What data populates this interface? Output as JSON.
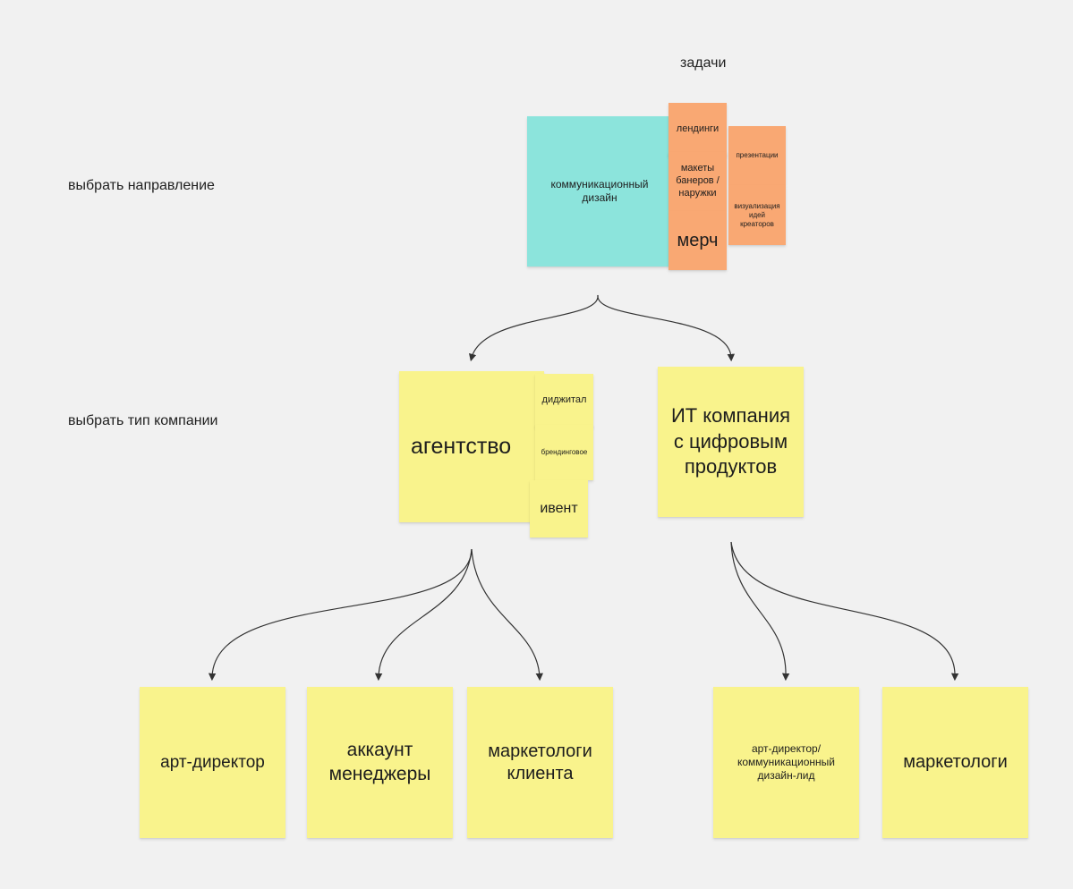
{
  "headings": {
    "tasks": "задачи",
    "choose_direction": "выбрать направление",
    "choose_company_type": "выбрать тип компании"
  },
  "top_cluster": {
    "main": "коммуникационный дизайн",
    "tasks": {
      "landings": "лендинги",
      "banners": "макеты банеров / наружки",
      "merch": "мерч",
      "presentations": "презентации",
      "visualization": "визуализация идей креаторов"
    }
  },
  "company_types": {
    "agency": "агентство",
    "agency_tags": {
      "digital": "диджитал",
      "branding": "брендинговое",
      "event": "ивент"
    },
    "it_company": "ИТ компания с цифровым продуктов"
  },
  "contacts": {
    "art_director": "арт-директор",
    "account_managers": "аккаунт менеджеры",
    "client_marketers": "маркетологи клиента",
    "art_director_lead": "арт-директор/ коммуникационный дизайн-лид",
    "marketers": "маркетологи"
  },
  "colors": {
    "yellow_note": "#f9f38c",
    "teal_note": "#8ce4dc",
    "orange_note": "#f9a873",
    "connector": "#333333",
    "background": "#f1f1f1"
  }
}
